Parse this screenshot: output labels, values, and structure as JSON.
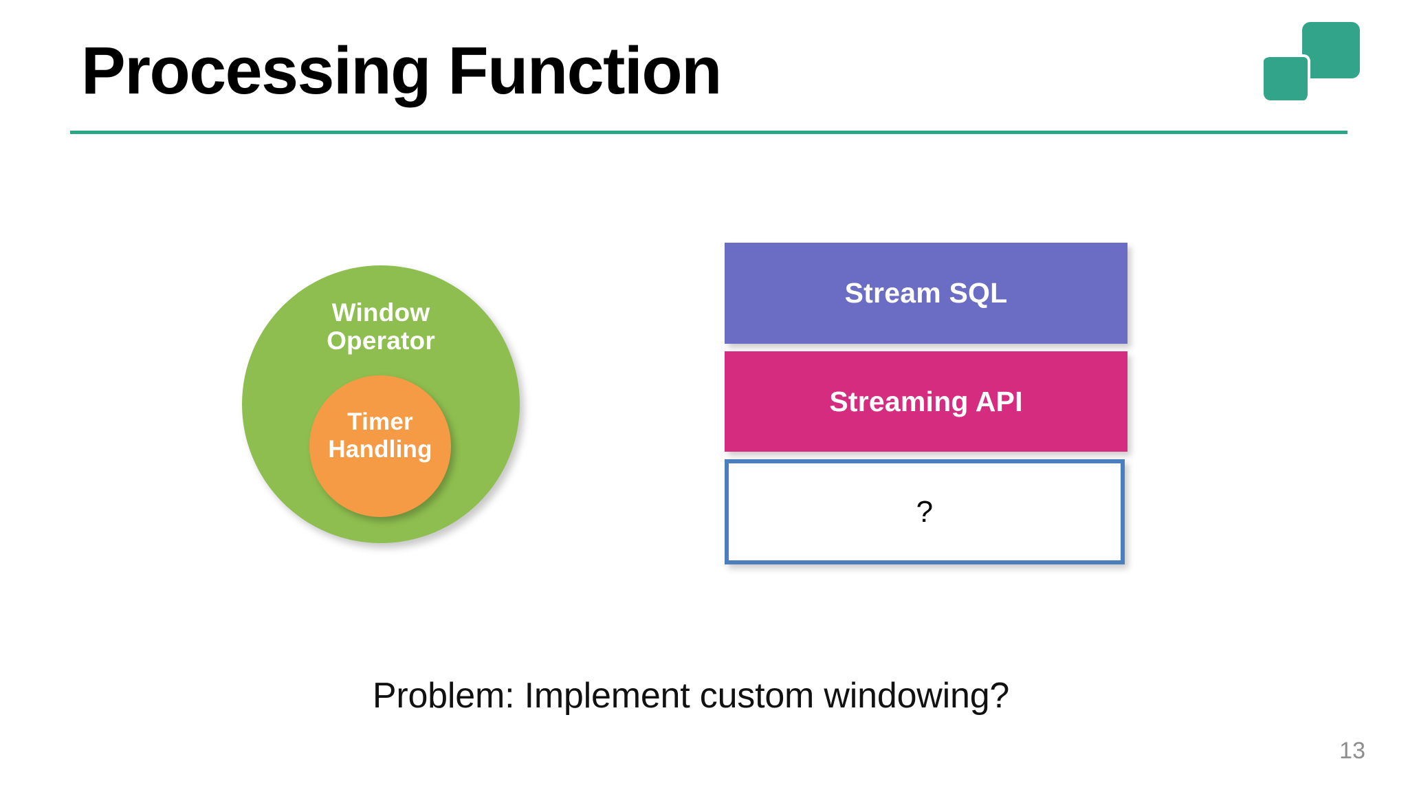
{
  "slide": {
    "title": "Processing Function",
    "page_number": "13",
    "caption": "Problem: Implement custom windowing?",
    "accent_color": "#2BA786",
    "background_color": "#FFFFFF"
  },
  "logo": {
    "name": "data-artisans-logo",
    "color": "#31A489",
    "shapes": [
      "rounded-square-large",
      "rounded-square-small"
    ]
  },
  "diagram": {
    "venn": {
      "outer": {
        "label": "Window\nOperator",
        "color": "#8EBE4F",
        "text_color": "#FFFFFF"
      },
      "inner": {
        "label": "Timer\nHandling",
        "color": "#F59A45",
        "text_color": "#FFFFFF"
      }
    },
    "layers": [
      {
        "label": "Stream SQL",
        "color": "#6A6DC3",
        "text_color": "#FFFFFF",
        "style": "filled"
      },
      {
        "label": "Streaming API",
        "color": "#D52C80",
        "text_color": "#FFFFFF",
        "style": "filled"
      },
      {
        "label": "?",
        "color": "#FFFFFF",
        "border_color": "#4A7EBC",
        "text_color": "#000000",
        "style": "outlined"
      }
    ]
  }
}
